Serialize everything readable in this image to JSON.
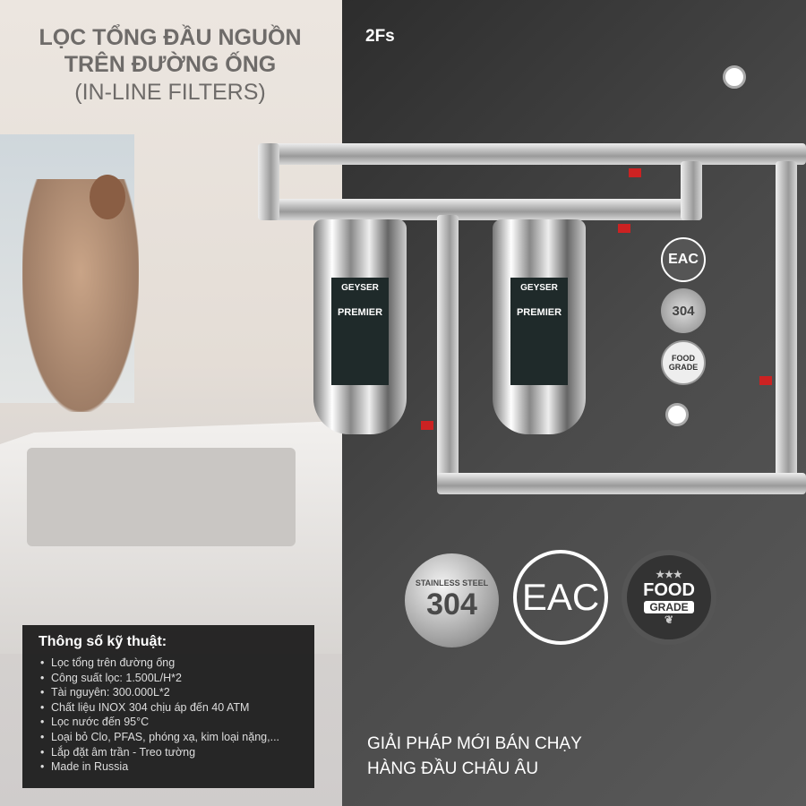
{
  "title": {
    "line1": "LỌC TỔNG ĐẦU NGUỒN",
    "line2": "TRÊN ĐƯỜNG ỐNG",
    "line3": "(IN-LINE FILTERS)"
  },
  "model_code": "2Fs",
  "product": {
    "brand": "GEYSER",
    "model": "PREMIER"
  },
  "specs": {
    "heading": "Thông số kỹ thuật:",
    "items": [
      "Lọc tổng trên đường ống",
      "Công suất lọc: 1.500L/H*2",
      "Tài nguyên: 300.000L*2",
      "Chất liệu INOX 304 chịu áp đến 40 ATM",
      "Lọc nước đến 95°C",
      "Loại bỏ Clo, PFAS, phóng xạ, kim loại nặng,...",
      "Lắp đặt âm trần - Treo tường",
      "Made in Russia"
    ]
  },
  "badges": {
    "steel_top": "STAINLESS STEEL",
    "steel_num": "304",
    "eac": "EAC",
    "food": "FOOD",
    "grade": "GRADE"
  },
  "tagline": {
    "line1": "GIẢI PHÁP MỚI BÁN CHẠY",
    "line2": "HÀNG ĐẦU CHÂU ÂU"
  }
}
